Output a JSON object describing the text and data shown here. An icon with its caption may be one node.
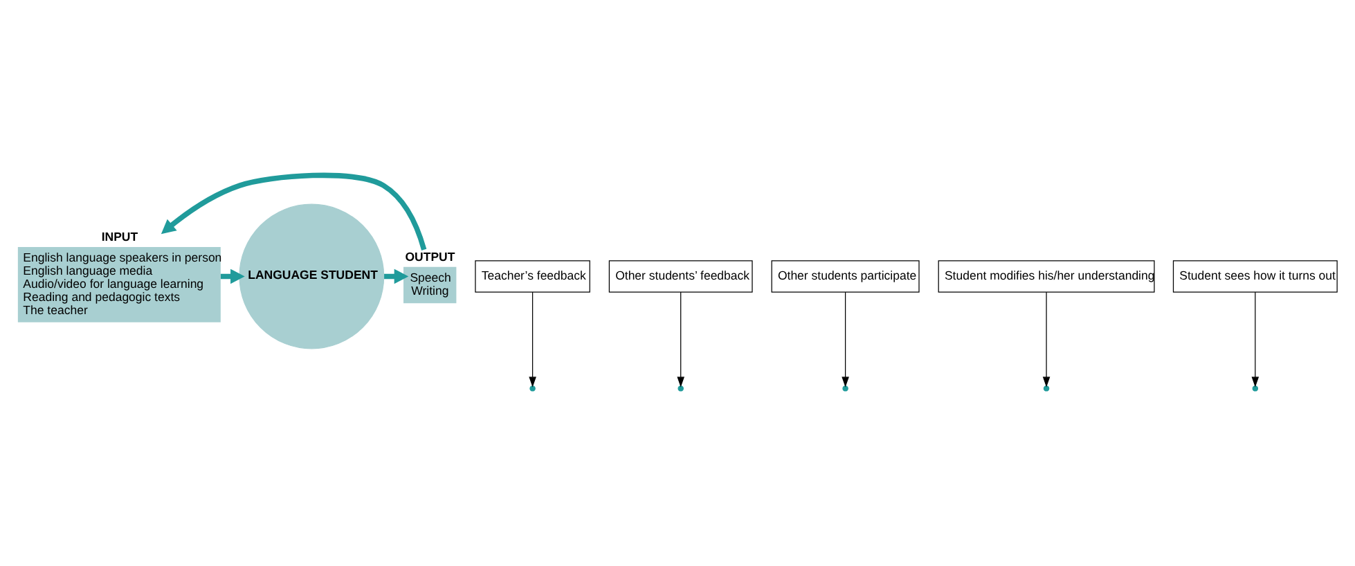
{
  "diagram": {
    "nodes": [
      {
        "text": [
          "INPUT",
          "English language speakers in person",
          "English language media",
          "Audio/video for language learning",
          "Reading and pedagogic texts",
          "The teacher"
        ]
      },
      {
        "text": [
          "LANGUAGE STUDENT"
        ]
      },
      {
        "text": [
          "OUTPUT",
          "Speech",
          "Writing"
        ]
      },
      {
        "text": [
          "Teacher’s feedback"
        ]
      },
      {
        "text": [
          "Other students’ feedback"
        ]
      },
      {
        "text": [
          "Other students participate"
        ]
      },
      {
        "text": [
          "Student modifies his/her understanding"
        ]
      },
      {
        "text": [
          "Student sees how it turns out"
        ]
      }
    ],
    "edges": [
      {
        "from": 0,
        "to": 1,
        "arrow": "to",
        "style": "thick",
        "color": "#209b9b"
      },
      {
        "from": 1,
        "to": 2,
        "arrow": "to",
        "style": "thick",
        "color": "#209b9b"
      },
      {
        "from": 2,
        "to": 0,
        "arrow": "to",
        "style": "thick",
        "color": "#209b9b"
      },
      {
        "from": 3,
        "to": null,
        "arrow": "to"
      },
      {
        "from": 4,
        "to": null,
        "arrow": "to"
      },
      {
        "from": 5,
        "to": null,
        "arrow": "to"
      },
      {
        "from": 6,
        "to": null,
        "arrow": "to"
      },
      {
        "from": 7,
        "to": null,
        "arrow": "to"
      }
    ]
  }
}
